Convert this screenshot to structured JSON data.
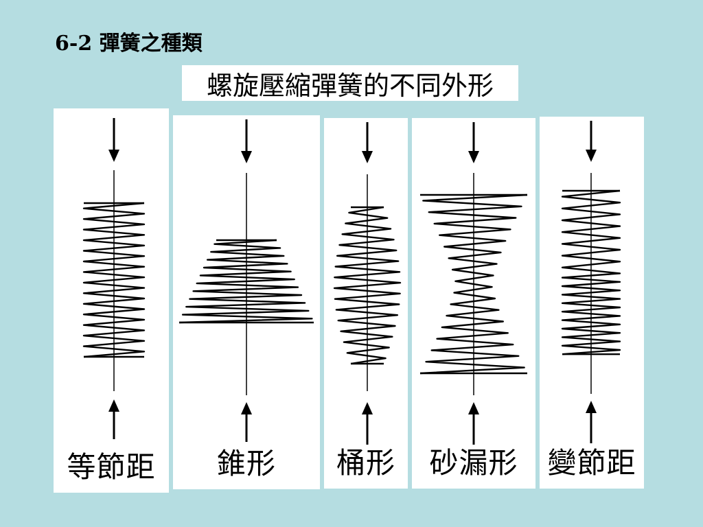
{
  "slide": {
    "title": "6-2 彈簧之種類"
  },
  "figure": {
    "caption": "螺旋壓縮彈簧的不同外形",
    "panels": [
      {
        "id": "uniform-pitch",
        "label": "等節距",
        "shape": "cylindrical"
      },
      {
        "id": "conical",
        "label": "錐形",
        "shape": "conical"
      },
      {
        "id": "barrel",
        "label": "桶形",
        "shape": "barrel"
      },
      {
        "id": "hourglass",
        "label": "砂漏形",
        "shape": "hourglass"
      },
      {
        "id": "variable-pitch",
        "label": "變節距",
        "shape": "variable-pitch"
      }
    ]
  }
}
